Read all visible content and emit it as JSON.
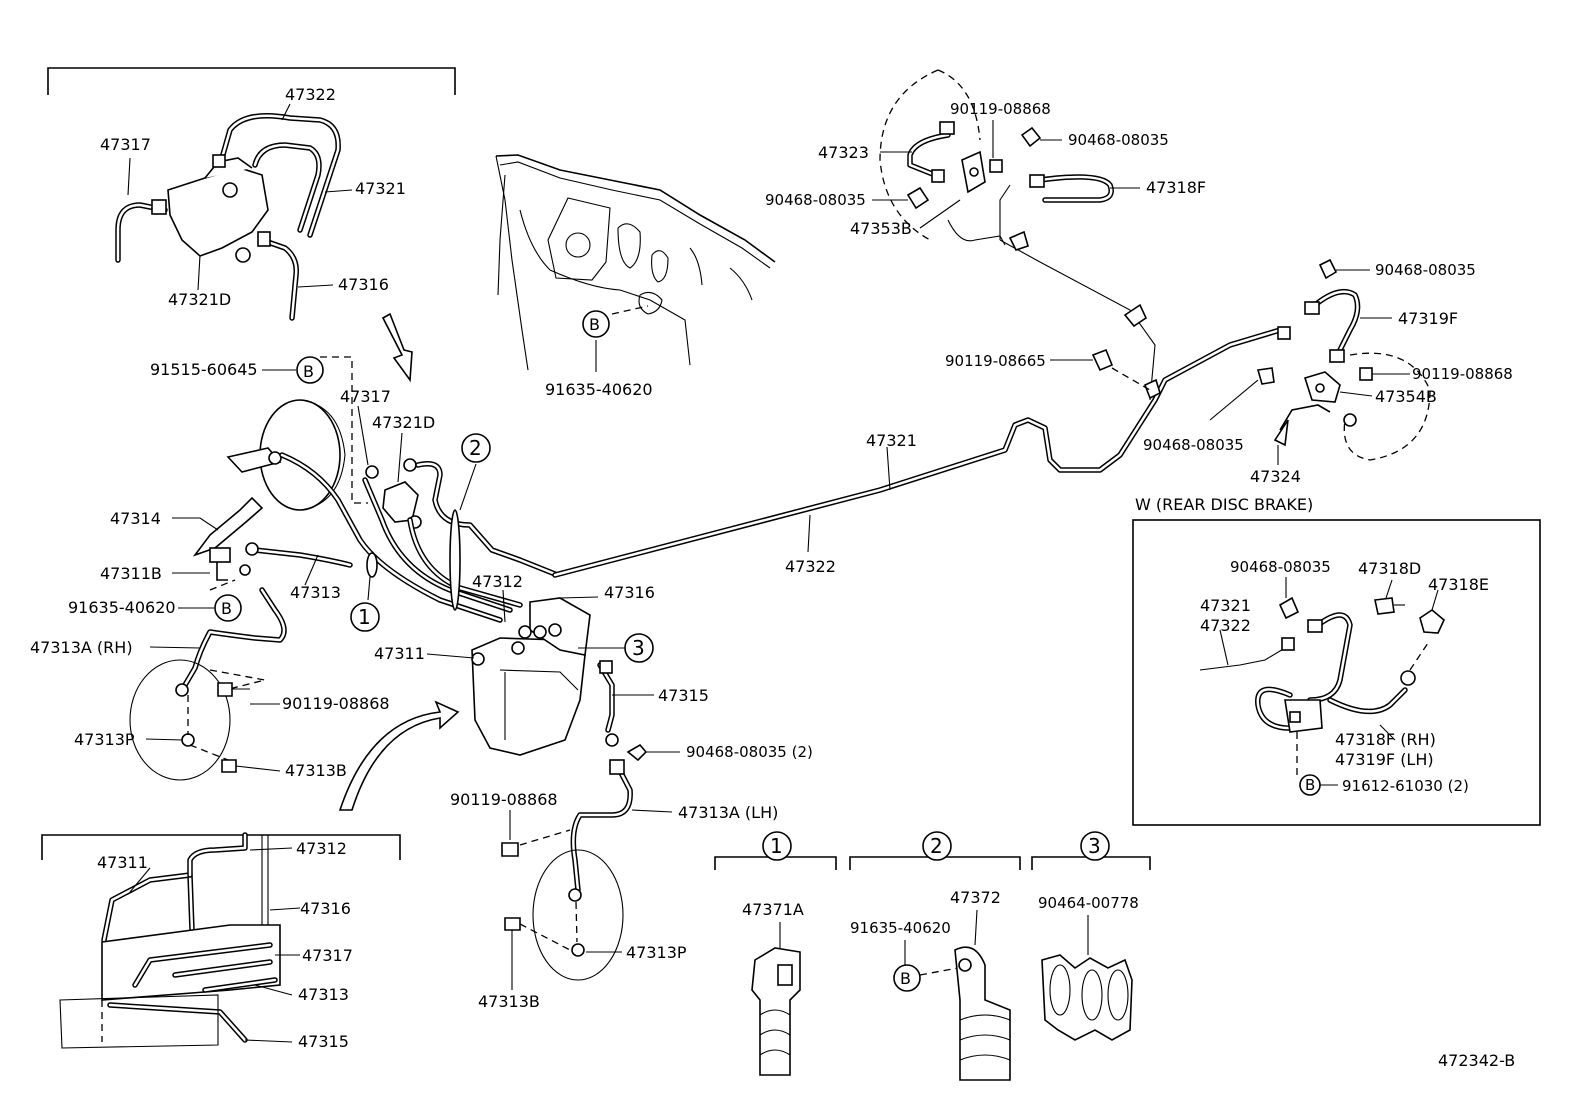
{
  "diagram_id": "472342-B",
  "labels": {
    "l47322_top": "47322",
    "l47317_top": "47317",
    "l47321_top": "47321",
    "l47321D_top": "47321D",
    "l47316_top": "47316",
    "l91515": "91515-60645",
    "l47317_mid": "47317",
    "l47321D_mid": "47321D",
    "l47314": "47314",
    "l47311B": "47311B",
    "l47313": "47313",
    "l91635_left": "91635-40620",
    "l47313A_RH": "47313A (RH)",
    "l90119_left": "90119-08868",
    "l47313P_left": "47313P",
    "l47313B_left": "47313B",
    "l91635_body": "91635-40620",
    "l47312_mid": "47312",
    "l47316_mid": "47316",
    "l47311_mid": "47311",
    "l47315_mid": "47315",
    "l90468_2": "90468-08035 (2)",
    "l90119_mid": "90119-08868",
    "l47313A_LH": "47313A (LH)",
    "l47313P_mid": "47313P",
    "l47313B_mid": "47313B",
    "l47322_mid": "47322",
    "l47321_mid": "47321",
    "l90119_tr1": "90119-08868",
    "l90468_tr1": "90468-08035",
    "l47323": "47323",
    "l47318F": "47318F",
    "l90468_tr2": "90468-08035",
    "l47353B": "47353B",
    "l90468_tr3": "90468-08035",
    "l47319F": "47319F",
    "l90119_08665": "90119-08665",
    "l90119_tr2": "90119-08868",
    "l47354B": "47354B",
    "l90468_tr4": "90468-08035",
    "l47324": "47324",
    "l47311_ins": "47311",
    "l47312_ins": "47312",
    "l47316_ins": "47316",
    "l47317_ins": "47317",
    "l47313_ins": "47313",
    "l47315_ins": "47315",
    "l47371A": "47371A",
    "l91635_clamp": "91635-40620",
    "l47372": "47372",
    "l90464": "90464-00778"
  },
  "callouts": {
    "c1": "1",
    "c2": "2",
    "c3": "3",
    "h1": "1",
    "h2": "2",
    "h3": "3",
    "b_left": "B",
    "b_mid": "B",
    "b_body": "B",
    "b_clamp": "B",
    "b_rear": "B"
  },
  "rear_box": {
    "title": "W (REAR DISC BRAKE)",
    "l90468": "90468-08035",
    "l47318D": "47318D",
    "l47318E": "47318E",
    "l47321": "47321",
    "l47322": "47322",
    "l47318F_RH": "47318F (RH)",
    "l47319F_LH": "47319F (LH)",
    "l91612": "91612-61030 (2)"
  }
}
